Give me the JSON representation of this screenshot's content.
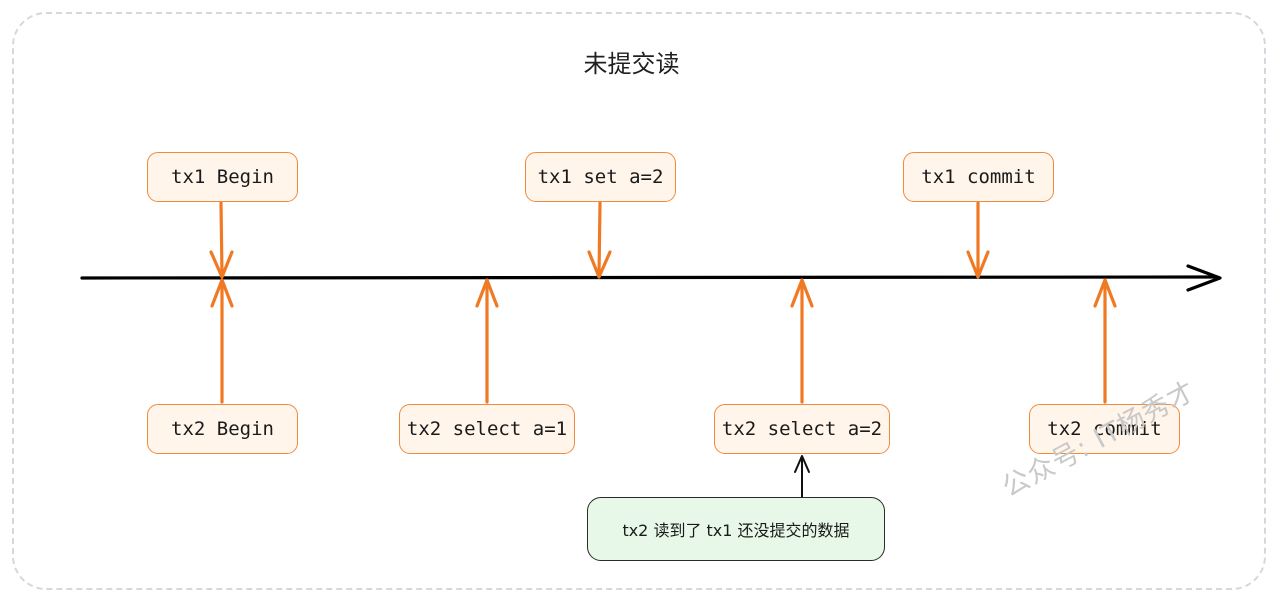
{
  "title": "未提交读",
  "top_events": [
    {
      "label": "tx1 Begin"
    },
    {
      "label": "tx1 set a=2"
    },
    {
      "label": "tx1 commit"
    }
  ],
  "bottom_events": [
    {
      "label": "tx2 Begin"
    },
    {
      "label": "tx2 select a=1"
    },
    {
      "label": "tx2 select a=2"
    },
    {
      "label": "tx2 commit"
    }
  ],
  "note": {
    "text": "tx2 读到了 tx1 还没提交的数据"
  },
  "watermark": "公众号: IT杨秀才",
  "colors": {
    "arrow": "#f07a24",
    "box_border": "#f08a3c",
    "box_fill": "#fff5eb",
    "note_fill": "#e8f8e8",
    "timeline": "#000000"
  }
}
